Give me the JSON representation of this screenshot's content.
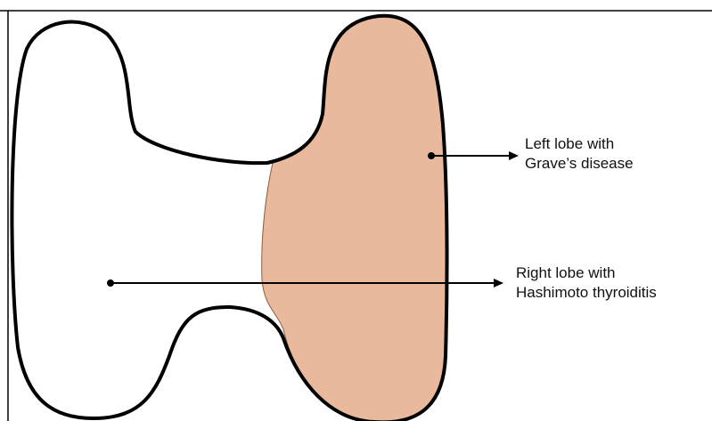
{
  "labels": {
    "left_lobe": {
      "line1": "Left lobe with",
      "line2": "Grave’s disease"
    },
    "right_lobe": {
      "line1": "Right lobe with",
      "line2": "Hashimoto thyroiditis"
    }
  },
  "colors": {
    "shaded_lobe_fill": "#e8b99c",
    "outline": "#000000",
    "background": "#ffffff"
  }
}
